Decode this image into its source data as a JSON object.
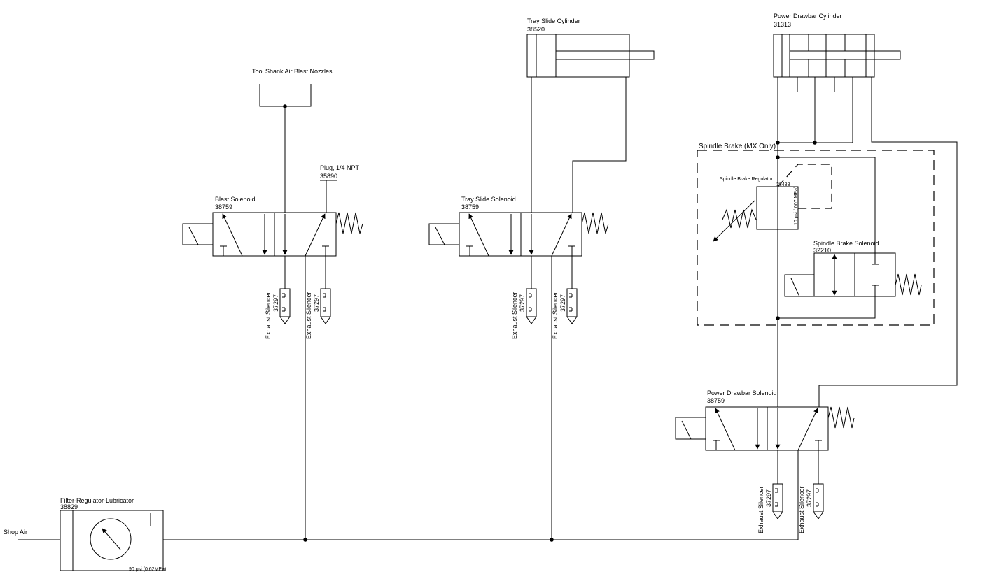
{
  "labels": {
    "shop_air": "Shop Air",
    "frl_name": "Filter-Regulator-Lubricator",
    "frl_part": "38829",
    "frl_pressure": "90 psi (0.62MPa)",
    "nozzles": "Tool Shank Air Blast Nozzles",
    "plug_name": "Plug, 1/4 NPT",
    "plug_part": "35890",
    "blast_name": "Blast Solenoid",
    "blast_part": "38759",
    "tray_cyl_name": "Tray Slide Cylinder",
    "tray_cyl_part": "38520",
    "tray_sol_name": "Tray Slide Solenoid",
    "tray_sol_part": "38759",
    "drawbar_cyl_name": "Power Drawbar Cylinder",
    "drawbar_cyl_part": "31313",
    "spindle_brake_group": "Spindle Brake (MX Only)",
    "brake_reg_name": "Spindle Brake Regulator",
    "brake_reg_part": "38488",
    "brake_reg_pressure": "10 psi (.007 MPa)",
    "brake_sol_name": "Spindle Brake Solenoid",
    "brake_sol_part": "32210",
    "drawbar_sol_name": "Power Drawbar Solenoid",
    "drawbar_sol_part": "38759",
    "silencer_name": "Exhaust Silencer",
    "silencer_part": "37297"
  }
}
